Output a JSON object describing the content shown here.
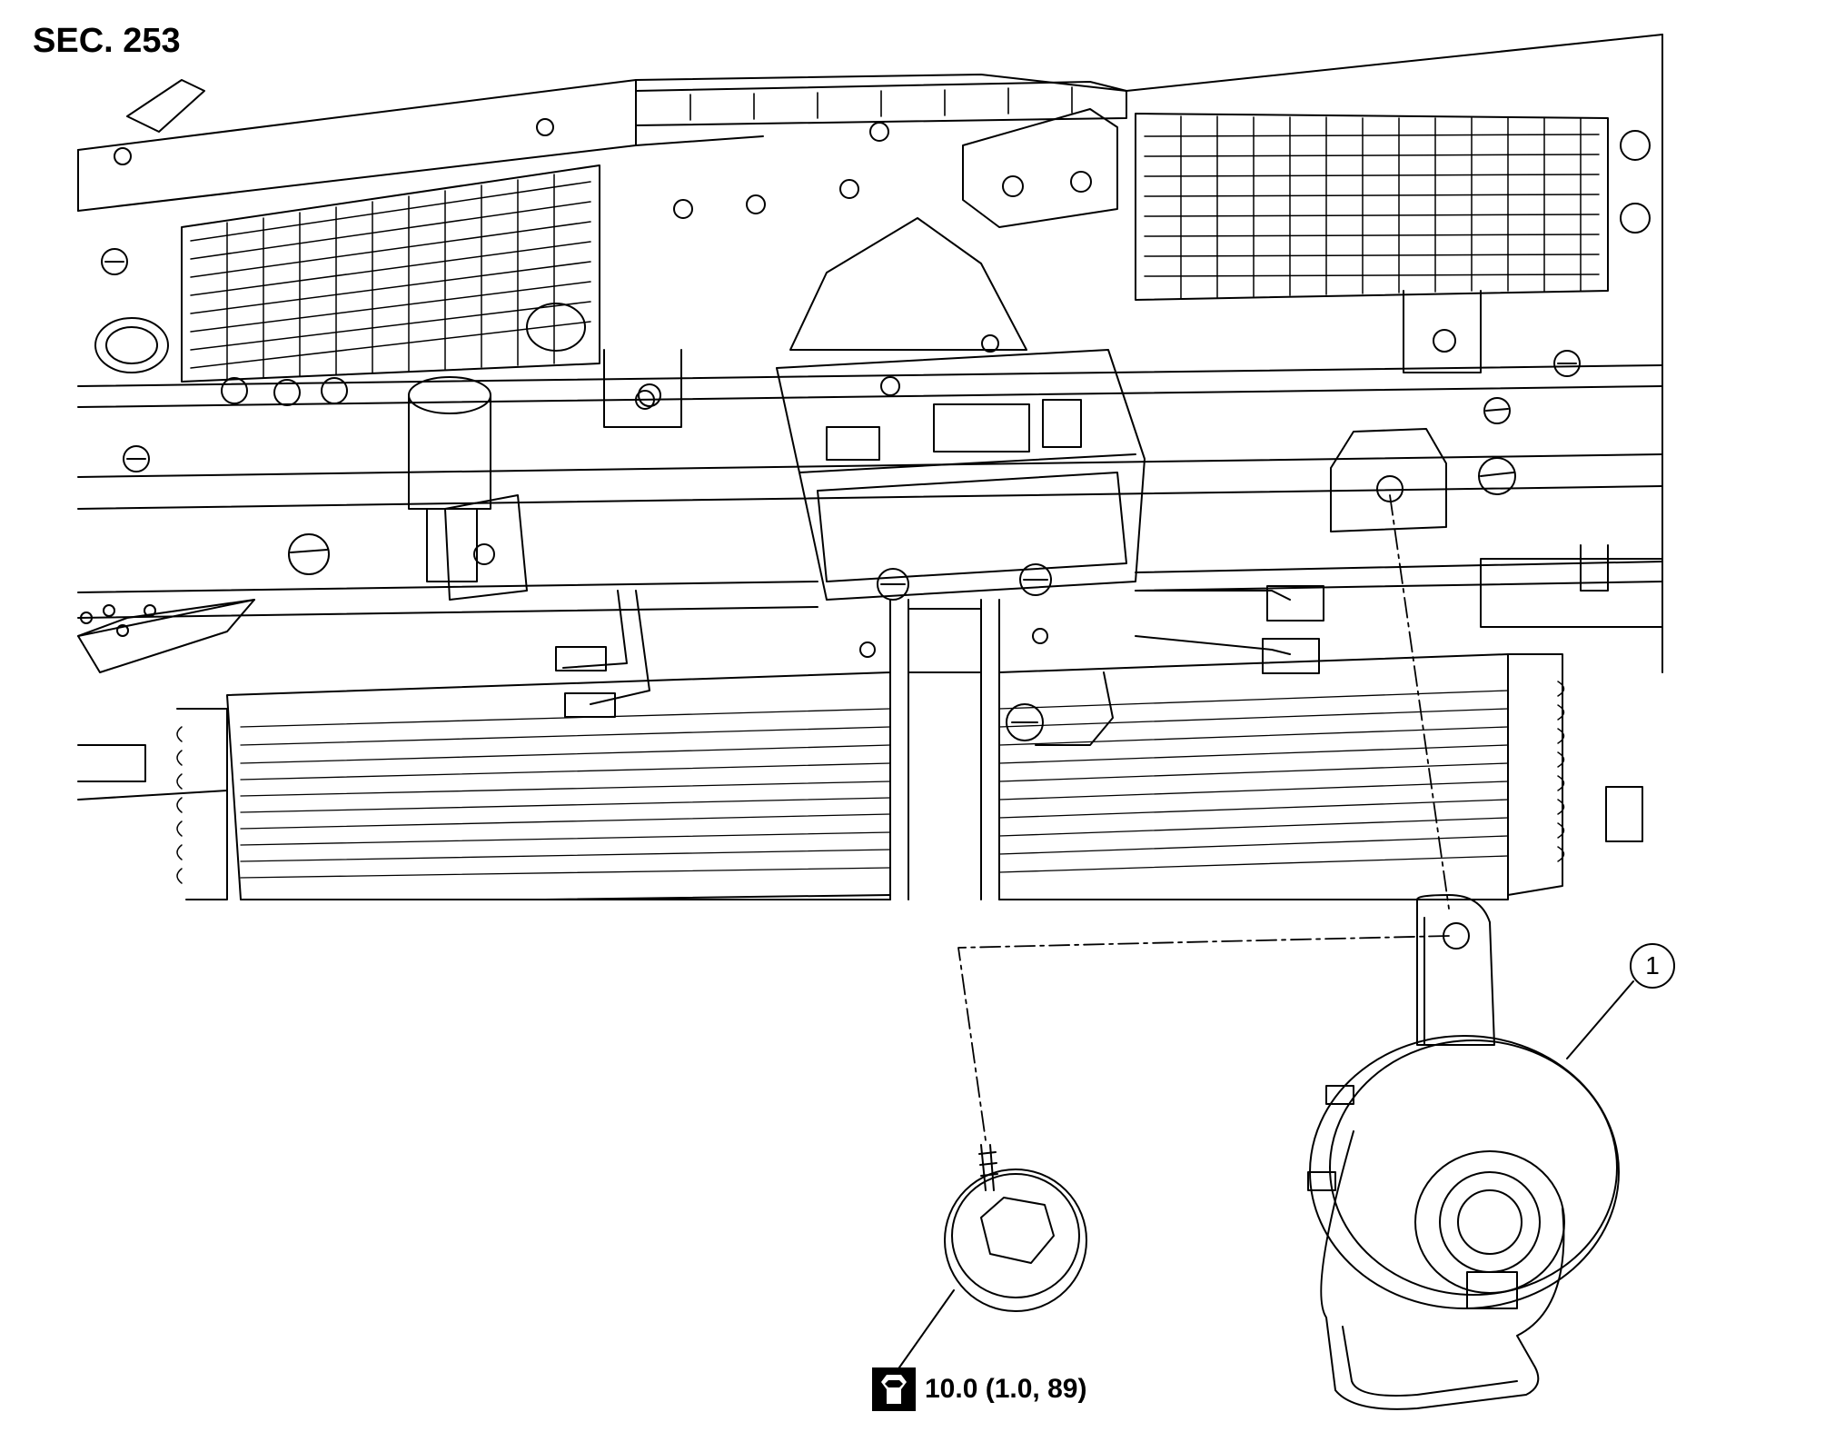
{
  "section_label": "SEC. 253",
  "callouts": [
    {
      "number": "1",
      "part": "horn"
    }
  ],
  "torque_spec": {
    "icon": "torque-wrench-icon",
    "text": "10.0 (1.0, 89)"
  },
  "colors": {
    "line": "#000000",
    "background": "#ffffff"
  }
}
